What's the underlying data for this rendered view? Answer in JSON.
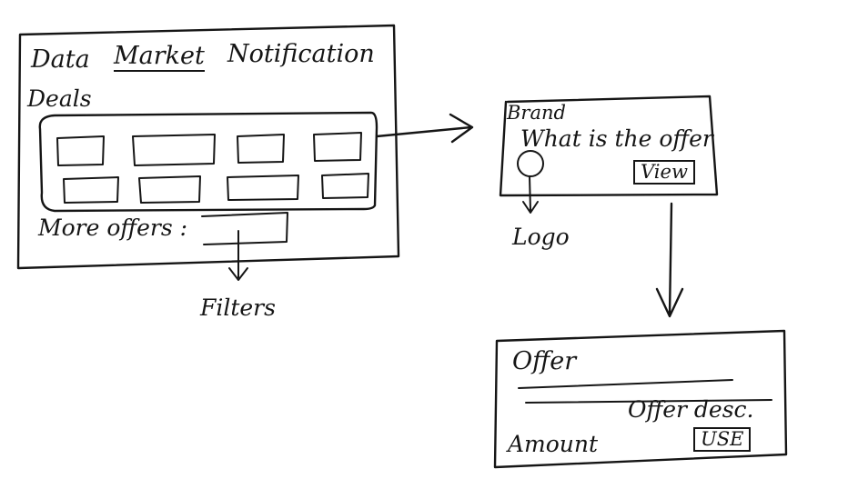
{
  "home_screen": {
    "tabs": [
      {
        "label": "Data"
      },
      {
        "label": "Market",
        "selected": true
      },
      {
        "label": "Notification"
      }
    ],
    "section_title": "Deals",
    "more_offers_label": "More offers :",
    "filters_label": "Filters"
  },
  "deal_card": {
    "brand_label": "Brand",
    "offer_text": "What is the offer",
    "view_button": "View",
    "logo_label": "Logo"
  },
  "offer_detail": {
    "title": "Offer",
    "description": "Offer desc.",
    "amount_label": "Amount",
    "use_button": "USE"
  },
  "ink_color": "#151515"
}
